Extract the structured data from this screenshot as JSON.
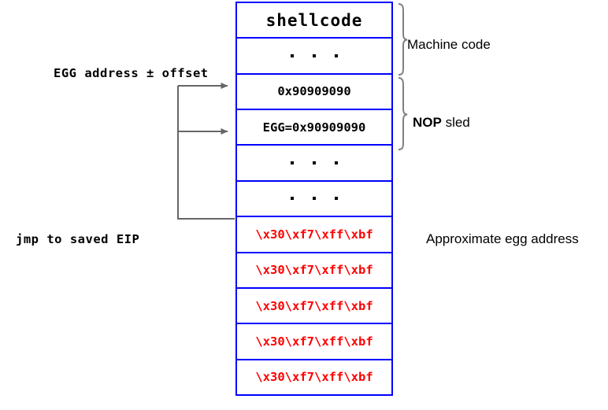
{
  "diagram": {
    "title": "Shellcode buffer with NOP sled and approximate egg address",
    "colors": {
      "cell_border": "#0000ff",
      "payload_text": "#ff0000",
      "connector": "#666666",
      "text": "#000000",
      "background": "#ffffff"
    },
    "stack_cells": [
      {
        "id": "shellcode",
        "kind": "text",
        "text": "shellcode"
      },
      {
        "id": "ellipsis-1",
        "kind": "ellipsis",
        "text": ". . ."
      },
      {
        "id": "nop-word-1",
        "kind": "hex",
        "text": "0x90909090"
      },
      {
        "id": "egg-word",
        "kind": "hex",
        "text": "EGG=0x90909090"
      },
      {
        "id": "ellipsis-2",
        "kind": "ellipsis",
        "text": ". . ."
      },
      {
        "id": "ellipsis-3",
        "kind": "ellipsis",
        "text": ". . ."
      },
      {
        "id": "ret-addr-1",
        "kind": "red",
        "text": "\\x30\\xf7\\xff\\xbf"
      },
      {
        "id": "ret-addr-2",
        "kind": "red",
        "text": "\\x30\\xf7\\xff\\xbf"
      },
      {
        "id": "ret-addr-3",
        "kind": "red",
        "text": "\\x30\\xf7\\xff\\xbf"
      },
      {
        "id": "ret-addr-4",
        "kind": "red",
        "text": "\\x30\\xf7\\xff\\xbf"
      },
      {
        "id": "ret-addr-5",
        "kind": "red",
        "text": "\\x30\\xf7\\xff\\xbf"
      }
    ],
    "left_labels": {
      "egg_address": "EGG address ± offset",
      "jmp_saved_eip": "jmp to saved EIP"
    },
    "right_labels": {
      "machine_code": "Machine code",
      "nop_sled_bold": "NOP",
      "nop_sled_rest": " sled",
      "approximate_egg_address": "Approximate egg address"
    },
    "braces": [
      {
        "id": "machine-code-brace",
        "label": "Machine code",
        "spans_cells": [
          "shellcode",
          "ellipsis-1"
        ]
      },
      {
        "id": "nop-sled-brace",
        "label": "NOP sled",
        "spans_cells": [
          "nop-word-1",
          "egg-word"
        ]
      }
    ],
    "connectors": [
      {
        "id": "arrow-to-nop-word",
        "from": "EGG address ± offset",
        "to_cell": "nop-word-1"
      },
      {
        "id": "arrow-to-egg-word",
        "from": "EGG address ± offset",
        "to_cell": "egg-word"
      },
      {
        "id": "line-from-jmp",
        "from": "jmp to saved EIP",
        "to_cell": "ellipsis-3"
      }
    ]
  }
}
